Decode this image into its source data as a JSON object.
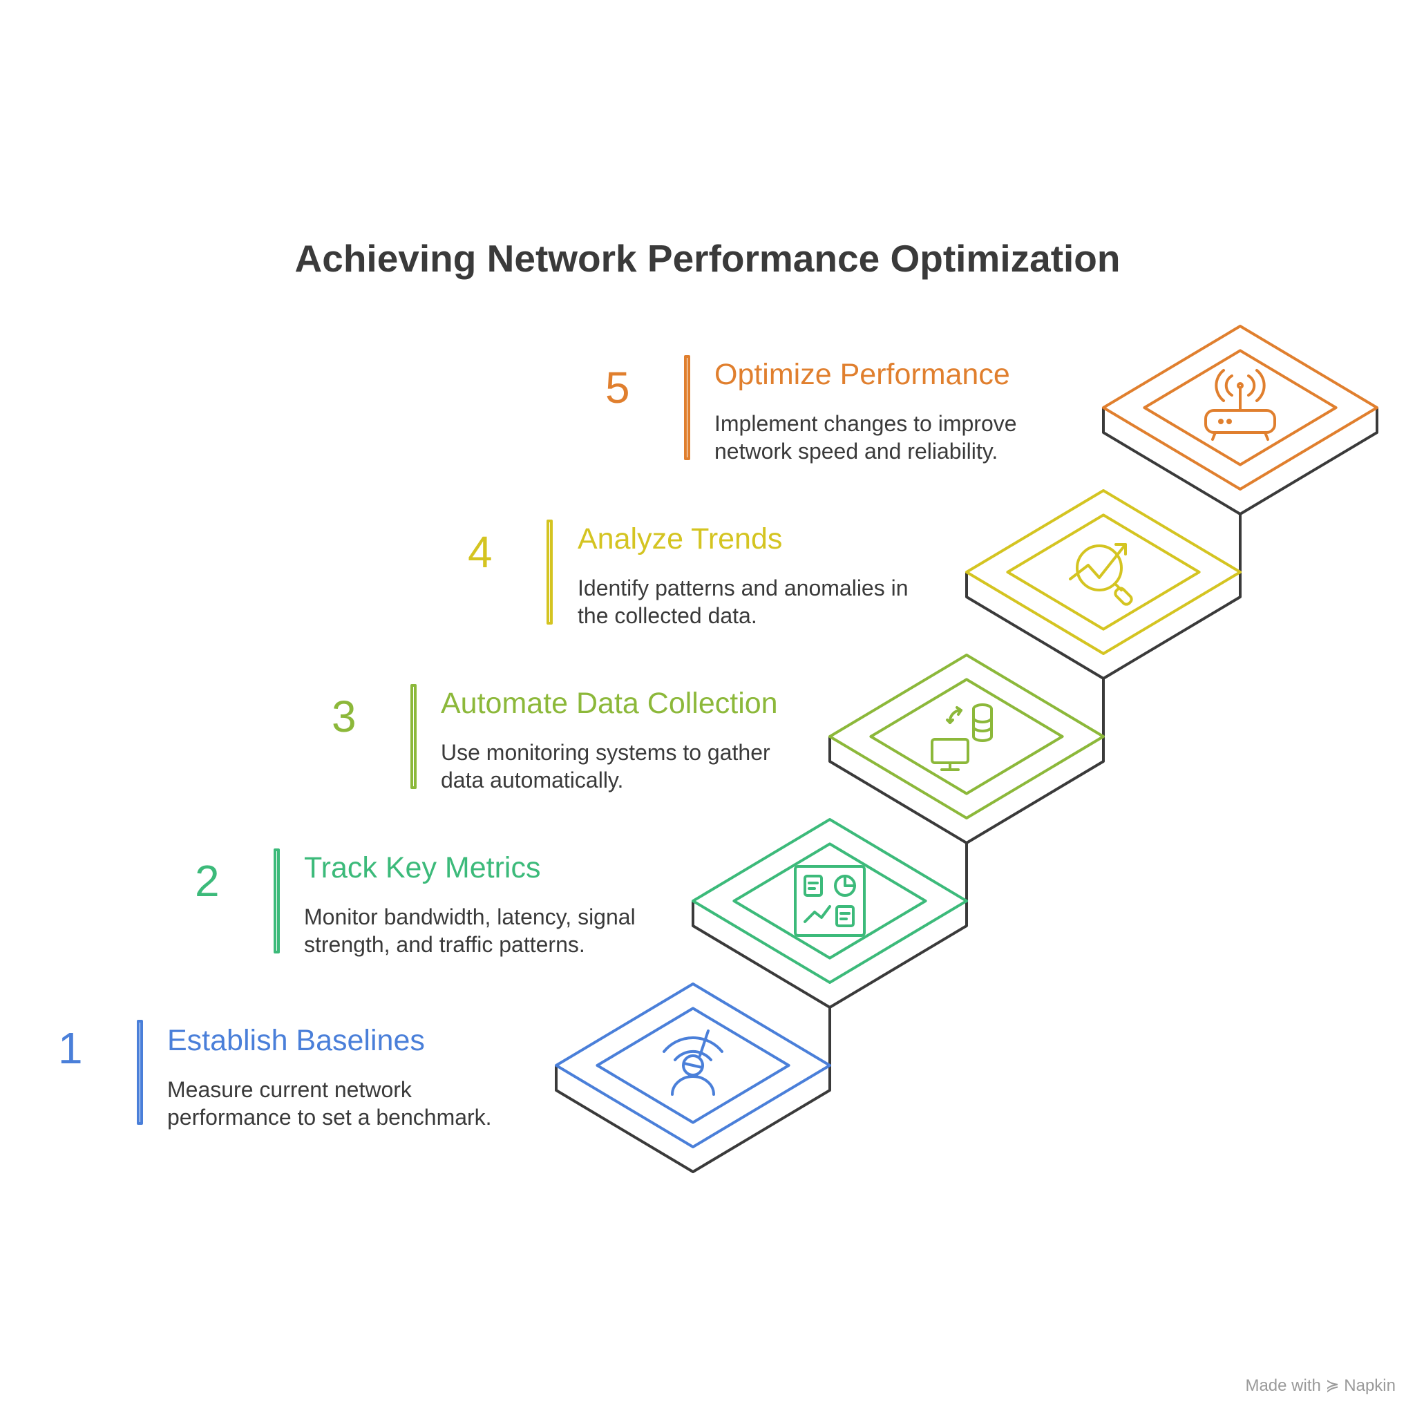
{
  "title": "Achieving Network Performance Optimization",
  "steps": [
    {
      "number": "1",
      "title": "Establish Baselines",
      "description": "Measure current network performance to set a benchmark.",
      "color": "#4a7fd9",
      "icon": "gauge-person-icon"
    },
    {
      "number": "2",
      "title": "Track Key Metrics",
      "description": "Monitor bandwidth, latency, signal strength, and traffic patterns.",
      "color": "#3cba7a",
      "icon": "dashboard-icon"
    },
    {
      "number": "3",
      "title": "Automate Data Collection",
      "description": "Use monitoring systems to gather data automatically.",
      "color": "#8cb83a",
      "icon": "database-sync-icon"
    },
    {
      "number": "4",
      "title": "Analyze Trends",
      "description": "Identify patterns and anomalies in the collected data.",
      "color": "#d4c421",
      "icon": "trend-analysis-icon"
    },
    {
      "number": "5",
      "title": "Optimize Performance",
      "description": "Implement changes to improve network speed and reliability.",
      "color": "#e07f2e",
      "icon": "router-icon"
    }
  ],
  "branding": "Made with ≽ Napkin",
  "stair_color": "#3a3a3a"
}
